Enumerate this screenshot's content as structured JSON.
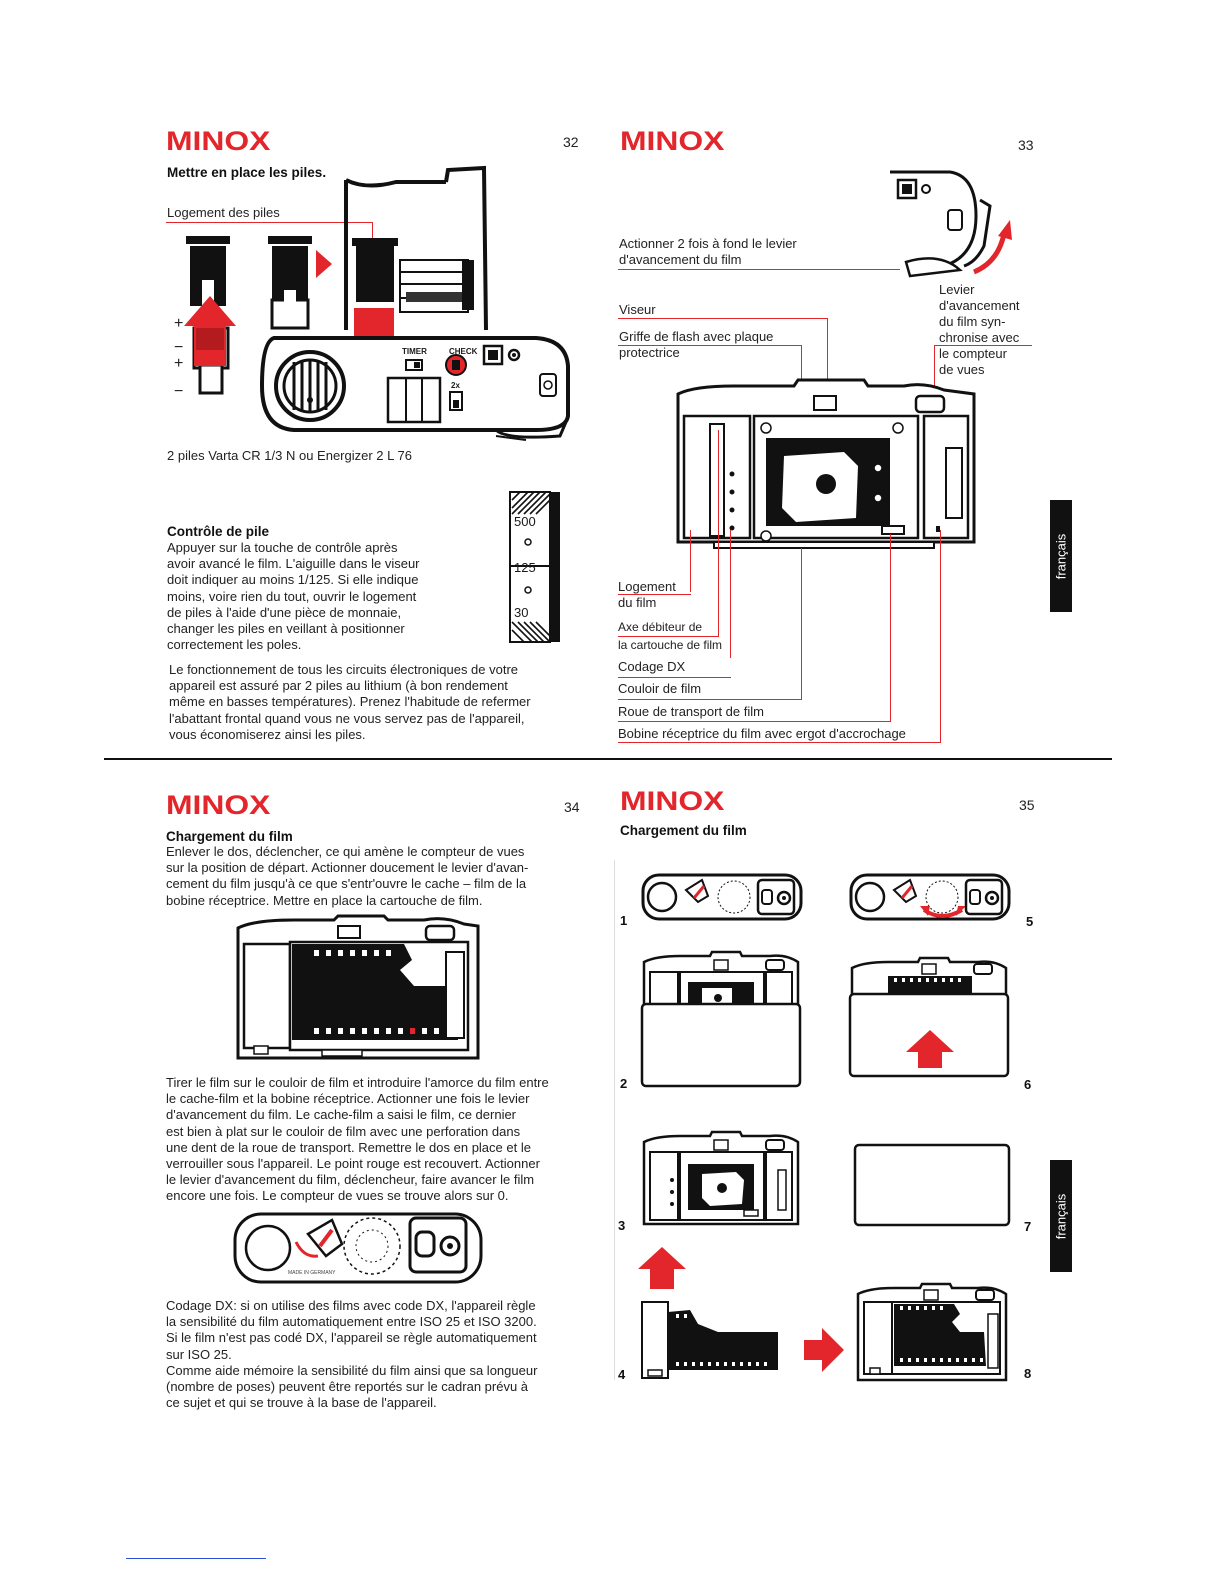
{
  "brand": {
    "name": "MINOX",
    "color": "#e2262b"
  },
  "side_tab": "français",
  "p32": {
    "page_number": "32",
    "title": "Mettre en place les piles.",
    "label_housing": "Logement des piles",
    "plus": "+",
    "minus": "−",
    "timer": "TIMER",
    "check": "CHECK",
    "twox": "2x",
    "caption": "2 piles Varta CR 1/3 N ou Energizer 2 L 76",
    "check_title": "Contrôle de pile",
    "check_lines": [
      "Appuyer sur la touche de contrôle après",
      "avoir avancé le film. L'aiguille dans le viseur",
      "doit indiquer au moins 1/125. Si elle indique",
      "moins, voire rien du tout, ouvrir le logement",
      "de piles à l'aide d'une pièce de monnaie,",
      "changer les piles en veillant à positionner",
      "correctement les poles."
    ],
    "scale": [
      "500",
      "125",
      "30"
    ],
    "body_lines": [
      "Le fonctionnement de tous les circuits électroniques de votre",
      "appareil est assuré par 2 piles au lithium (à bon rendement",
      "même en basses températures). Prenez l'habitude de refermer",
      "l'abattant frontal quand vous ne vous servez pas de l'appareil,",
      "vous économiserez ainsi les piles."
    ]
  },
  "p33": {
    "page_number": "33",
    "lever_line1": "Actionner 2 fois à fond le levier",
    "lever_line2": "d'avancement du film",
    "viseur": "Viseur",
    "griffe_line1": "Griffe de flash avec plaque",
    "griffe_line2": "protectrice",
    "levier_lines": [
      "Levier",
      "d'avancement",
      "du film syn-",
      "chronise avec",
      "le compteur",
      "de vues"
    ],
    "logement_line1": "Logement",
    "logement_line2": "du film",
    "axe_line1": "Axe débiteur de",
    "axe_line2": "la cartouche de film",
    "codage": "Codage DX",
    "couloir": "Couloir de film",
    "roue": "Roue de transport de film",
    "bobine": "Bobine réceptrice du film avec ergot d'accrochage"
  },
  "p34": {
    "page_number": "34",
    "title": "Chargement du film",
    "intro_lines": [
      "Enlever le dos, déclencher, ce qui amène le compteur de vues",
      "sur la position de départ. Actionner doucement le levier d'avan-",
      "cement du film jusqu'à ce que s'entr'ouvre le cache – film de la",
      "bobine réceptrice. Mettre en place la cartouche de film."
    ],
    "middle_lines": [
      "Tirer le film sur le couloir de film et introduire l'amorce du film entre",
      "le cache-film et la bobine réceptrice. Actionner une fois le levier",
      "d'avancement du film. Le cache-film a saisi le film, ce dernier",
      "est bien à plat sur le couloir de film avec une perforation dans",
      "une dent de la roue de transport. Remettre le dos en place et le",
      "verrouiller sous l'appareil. Le point rouge est recouvert. Actionner",
      "le levier d'avancement du film, déclencheur, faire avancer le film",
      "encore une fois. Le compteur de vues se trouve alors sur 0."
    ],
    "dial_caption": "MADE IN GERMANY",
    "dx_lines": [
      "Codage DX: si on utilise des films avec code DX, l'appareil règle",
      "la sensibilité du film automatiquement entre ISO 25 et ISO 3200.",
      "Si le film n'est pas codé DX, l'appareil se règle automatiquement",
      "sur ISO 25.",
      "Comme aide mémoire la sensibilité du film ainsi que sa longueur",
      "(nombre de poses) peuvent être reportés sur le cadran prévu à",
      "ce sujet et qui se trouve à la base de l'appareil."
    ]
  },
  "p35": {
    "page_number": "35",
    "title": "Chargement du film",
    "steps": [
      "1",
      "2",
      "3",
      "4",
      "5",
      "6",
      "7",
      "8"
    ]
  }
}
